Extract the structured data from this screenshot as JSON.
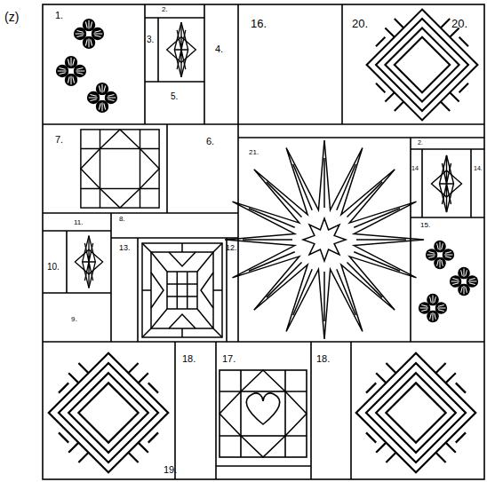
{
  "diagram": {
    "labels": [
      "(z)",
      "1.",
      "2.",
      "3.",
      "4.",
      "5.",
      "16.",
      "20.",
      "20.",
      "7.",
      "6.",
      "21.",
      "2.",
      "14",
      "14.",
      "11.",
      "8.",
      "10.",
      "13.",
      "12.",
      "15.",
      "9.",
      "18.",
      "17.",
      "18.",
      "19."
    ]
  }
}
